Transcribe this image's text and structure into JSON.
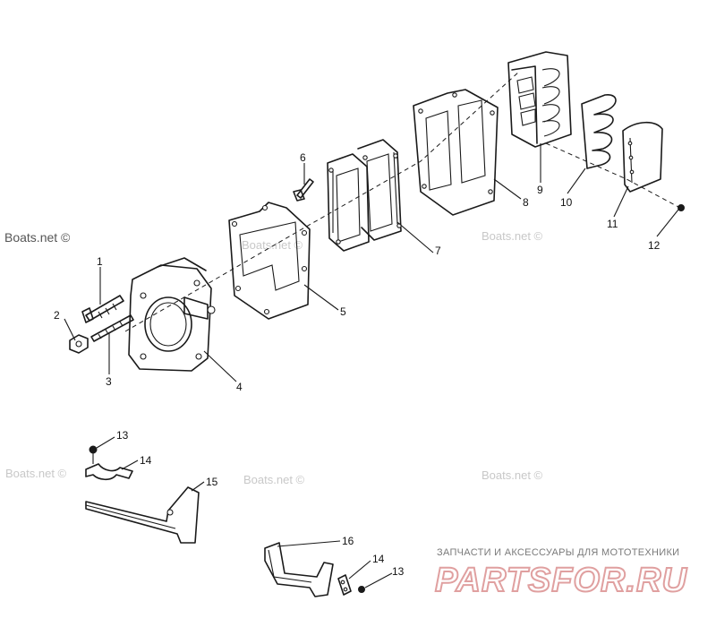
{
  "watermarks": [
    "Boats.net ©",
    "Boats.net ©",
    "Boats.net ©",
    "Boats.net ©",
    "Boats.net ©",
    "Boats.net ©"
  ],
  "callouts": [
    "1",
    "2",
    "3",
    "4",
    "5",
    "6",
    "7",
    "8",
    "9",
    "10",
    "11",
    "12",
    "13",
    "14",
    "15",
    "16",
    "13",
    "14"
  ],
  "logo": {
    "tagline": "ЗАПЧАСТИ И АКСЕССУАРЫ ДЛЯ МОТОТЕХНИКИ",
    "brand": "PARTSFOR.RU"
  },
  "colors": {
    "line": "#1a1a1a",
    "watermark": "#c8c8c8",
    "logo": "#e0a0a0"
  }
}
